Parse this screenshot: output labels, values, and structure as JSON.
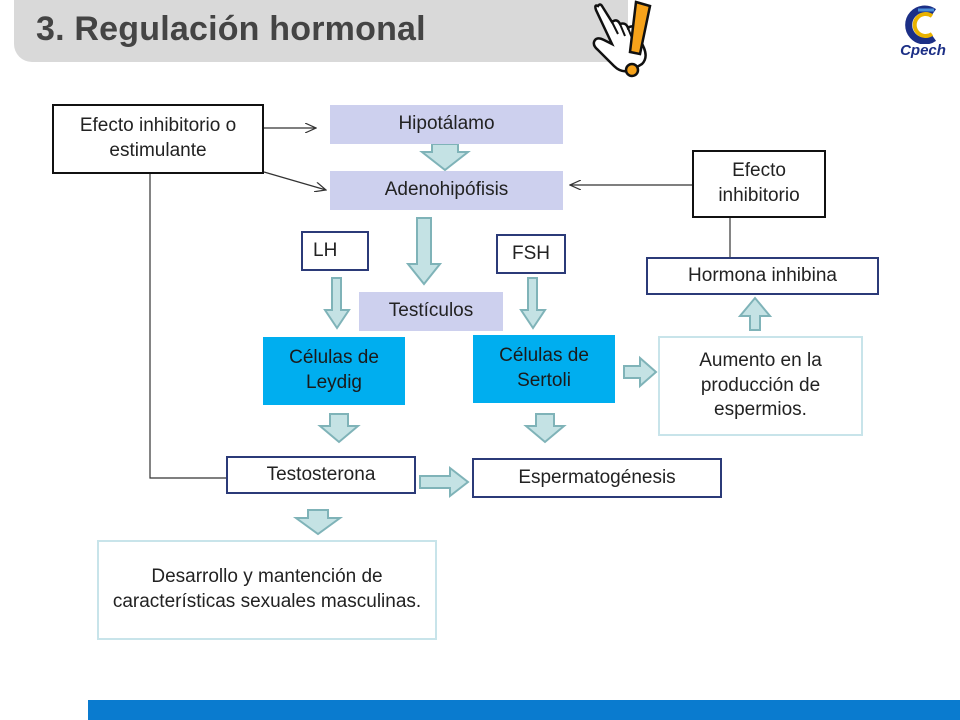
{
  "header": {
    "title": "3. Regulación hormonal",
    "logo_text": "Cpech"
  },
  "diagram": {
    "efecto_inhibitorio_estimulante": "Efecto inhibitorio o estimulante",
    "hipotalamo": "Hipotálamo",
    "adenohipofisis": "Adenohipófisis",
    "efecto_inhibitorio": "Efecto inhibitorio",
    "lh": "LH",
    "fsh": "FSH",
    "testiculos": "Testículos",
    "hormona_inhibina": "Hormona inhibina",
    "celulas_leydig": "Células de Leydig",
    "celulas_sertoli": "Células de Sertoli",
    "aumento_produccion": "Aumento en la producción de espermios.",
    "testosterona": "Testosterona",
    "espermatogenesis": "Espermatogénesis",
    "desarrollo": "Desarrollo y mantención de características sexuales masculinas."
  },
  "colors": {
    "lavender": "#cdd0ee",
    "cyan": "#00aeef",
    "navy": "#2b3a78",
    "arrow_fill": "#c4e2e4",
    "arrow_stroke": "#7fb3b8",
    "bottom_bar": "#0a7bcf"
  }
}
